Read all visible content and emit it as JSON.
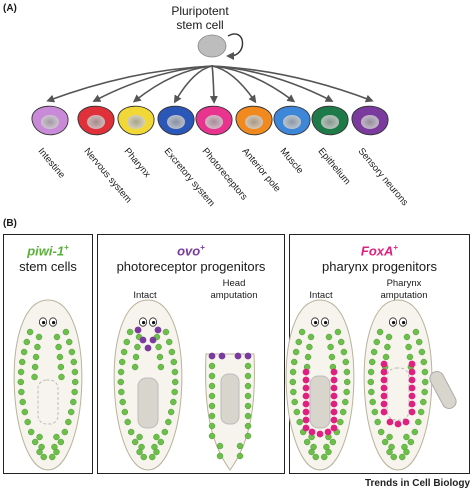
{
  "panel_a": {
    "tag": "(A)",
    "stem_cell_label_line1": "Pluripotent",
    "stem_cell_label_line2": "stem cell",
    "cell_types": [
      {
        "label": "Intestine",
        "color": "#c98ad8"
      },
      {
        "label": "Nervous system",
        "color": "#e0303a"
      },
      {
        "label": "Pharynx",
        "color": "#f2d836"
      },
      {
        "label": "Excretory system",
        "color": "#2b58b8"
      },
      {
        "label": "Photoreceptors",
        "color": "#e8348e"
      },
      {
        "label": "Anterior pole",
        "color": "#f08a1e"
      },
      {
        "label": "Muscle",
        "color": "#3e86d8"
      },
      {
        "label": "Epithelium",
        "color": "#1f7a4a"
      },
      {
        "label": "Sensory neurons",
        "color": "#7a3a9e"
      }
    ]
  },
  "panel_b": {
    "tag": "(B)",
    "box1": {
      "marker": "piwi-1",
      "sup": "+",
      "title": "stem cells",
      "marker_color": "#5ab03a"
    },
    "box2": {
      "marker": "ovo",
      "sup": "+",
      "title": "photoreceptor progenitors",
      "marker_color": "#7a3a9e",
      "left_label": "Intact",
      "right_label_1": "Head",
      "right_label_2": "amputation"
    },
    "box3": {
      "marker": "FoxA",
      "sup": "+",
      "title": "pharynx progenitors",
      "marker_color": "#e0207e",
      "left_label": "Intact",
      "right_label_1": "Pharynx",
      "right_label_2": "amputation"
    }
  },
  "footer": {
    "journal": "Trends in Cell Biology"
  },
  "colors": {
    "green_cell": "#6cc04a",
    "purple_cell": "#7a3a9e",
    "magenta_cell": "#e0207e",
    "worm_fill": "#f6f4ec",
    "pharynx": "#d8d6cc"
  }
}
